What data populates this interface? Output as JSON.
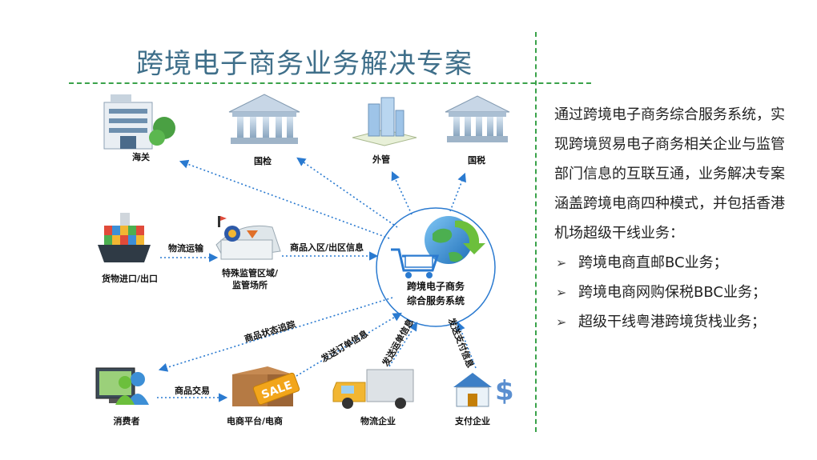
{
  "title": "跨境电子商务业务解决专案",
  "nodes": {
    "customs": "海关",
    "inspection": "国检",
    "forex": "外管",
    "tax": "国税",
    "cargo": "货物进口/出口",
    "zone_line1": "特殊监管区域/",
    "zone_line2": "监管场所",
    "hub_line1": "跨境电子商务",
    "hub_line2": "综合服务系统",
    "consumer": "消费者",
    "platform": "电商平台/电商",
    "logistics": "物流企业",
    "payment": "支付企业"
  },
  "edges": {
    "logistics_transport": "物流运输",
    "zone_info": "商品入区/出区信息",
    "status_tracking": "商品状态追踪",
    "trade": "商品交易",
    "order_info": "发送订单信息",
    "waybill_info": "发送运单信息",
    "payment_info": "发送支付信息"
  },
  "sale_sign": "SALE",
  "panel": {
    "intro": "通过跨境电子商务综合服务系统，实现跨境贸易电子商务相关企业与监管部门信息的互联互通，业务解决专案涵盖跨境电商四种模式，并包括香港机场超级干线业务：",
    "bullets": [
      "跨境电商直邮BC业务；",
      "跨境电商网购保税BBC业务；",
      "超级干线粤港跨境货栈业务；"
    ]
  }
}
